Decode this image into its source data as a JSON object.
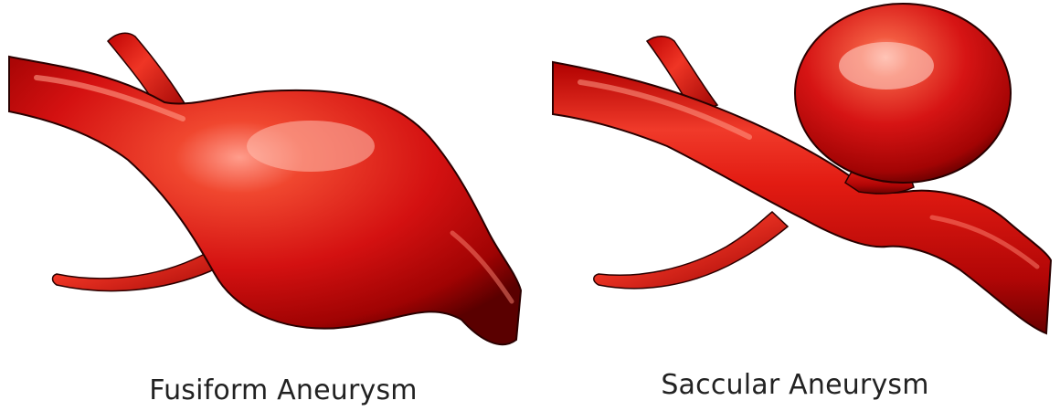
{
  "figures": [
    {
      "id": "fusiform",
      "label": "Fusiform Aneurysm"
    },
    {
      "id": "saccular",
      "label": "Saccular Aneurysm"
    }
  ],
  "colors": {
    "vessel_base": "#d81414",
    "vessel_dark": "#7a0000",
    "vessel_highlight": "#ff8a78",
    "outline": "#2a0000",
    "caption_text": "#222222",
    "background": "#ffffff"
  }
}
